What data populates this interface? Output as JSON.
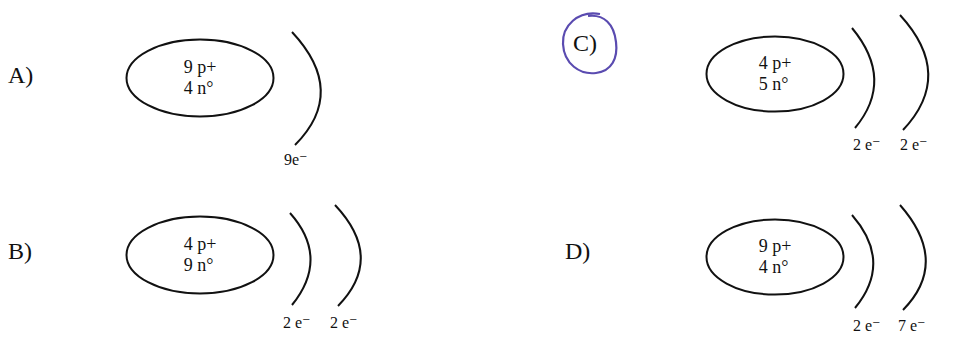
{
  "diagram": {
    "nodes": [
      {
        "text": [
          "9 p+",
          "4 n°"
        ]
      },
      {
        "text": [
          "4 p+",
          "9 n°"
        ]
      },
      {
        "text": [
          "4 p+",
          "5 n°"
        ]
      },
      {
        "text": [
          "9 p+",
          "4 n°"
        ]
      }
    ],
    "labels": [
      "A)",
      "9e⁻",
      "B)",
      "2 e⁻",
      "2 e⁻",
      "C)",
      "2 e⁻",
      "2 e⁻",
      "D)",
      "2 e⁻",
      "7 e⁻"
    ]
  }
}
